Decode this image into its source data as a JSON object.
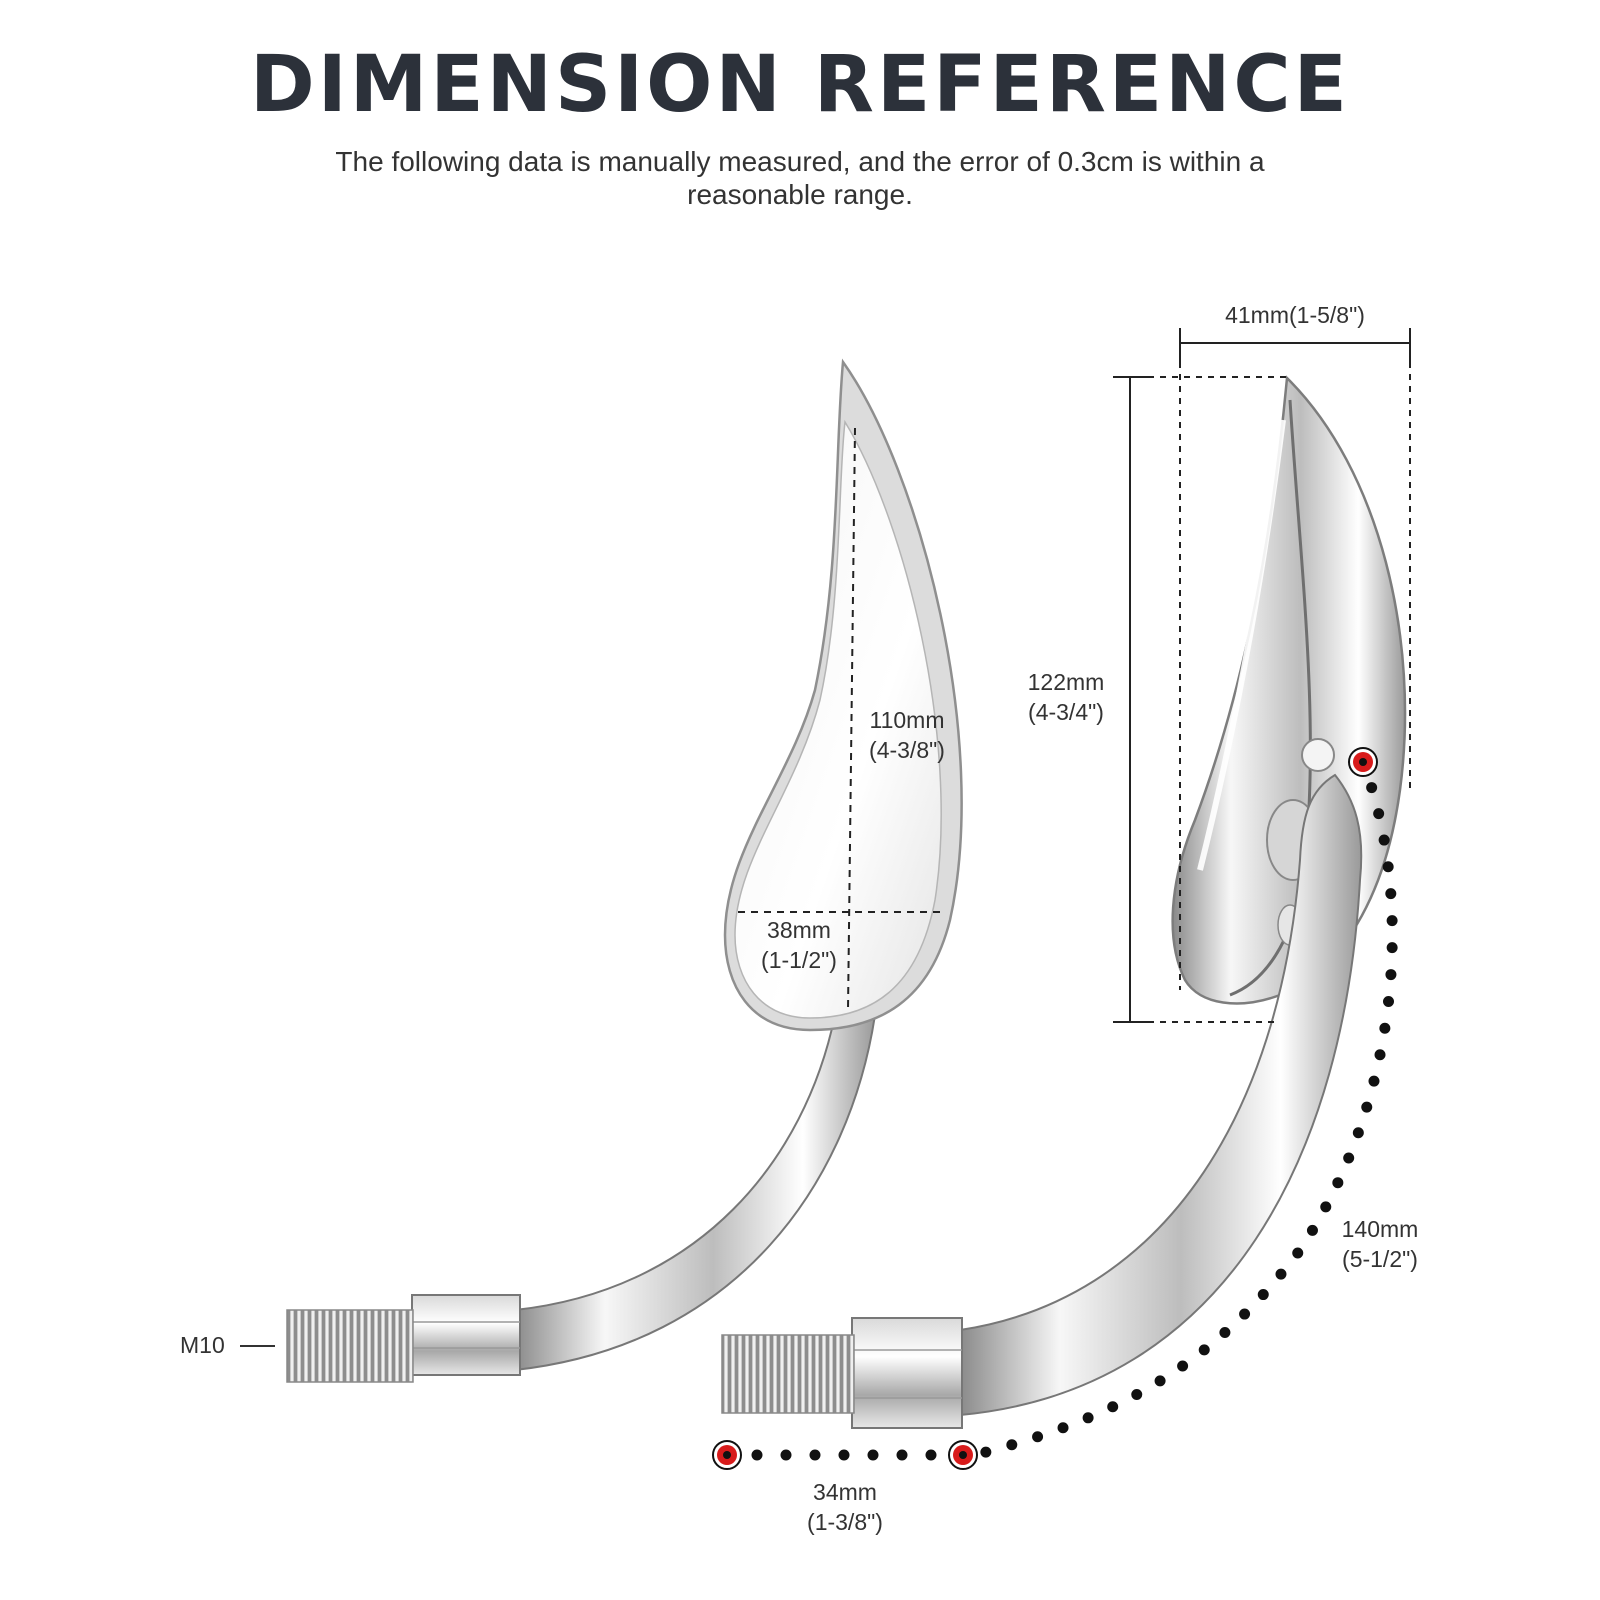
{
  "title": "DIMENSION REFERENCE",
  "subtitle": "The following data is manually measured, and the error of 0.3cm is within a reasonable range.",
  "labels": {
    "mirror_height": [
      "110mm",
      "(4-3/8\")"
    ],
    "mirror_width": [
      "38mm",
      "(1-1/2\")"
    ],
    "thread": "M10",
    "overall_width": "41mm(1-5/8\")",
    "overall_height": [
      "122mm",
      "(4-3/4\")"
    ],
    "stem_length": [
      "140mm",
      "(5-1/2\")"
    ],
    "thread_length": [
      "34mm",
      "(1-3/8\")"
    ]
  }
}
